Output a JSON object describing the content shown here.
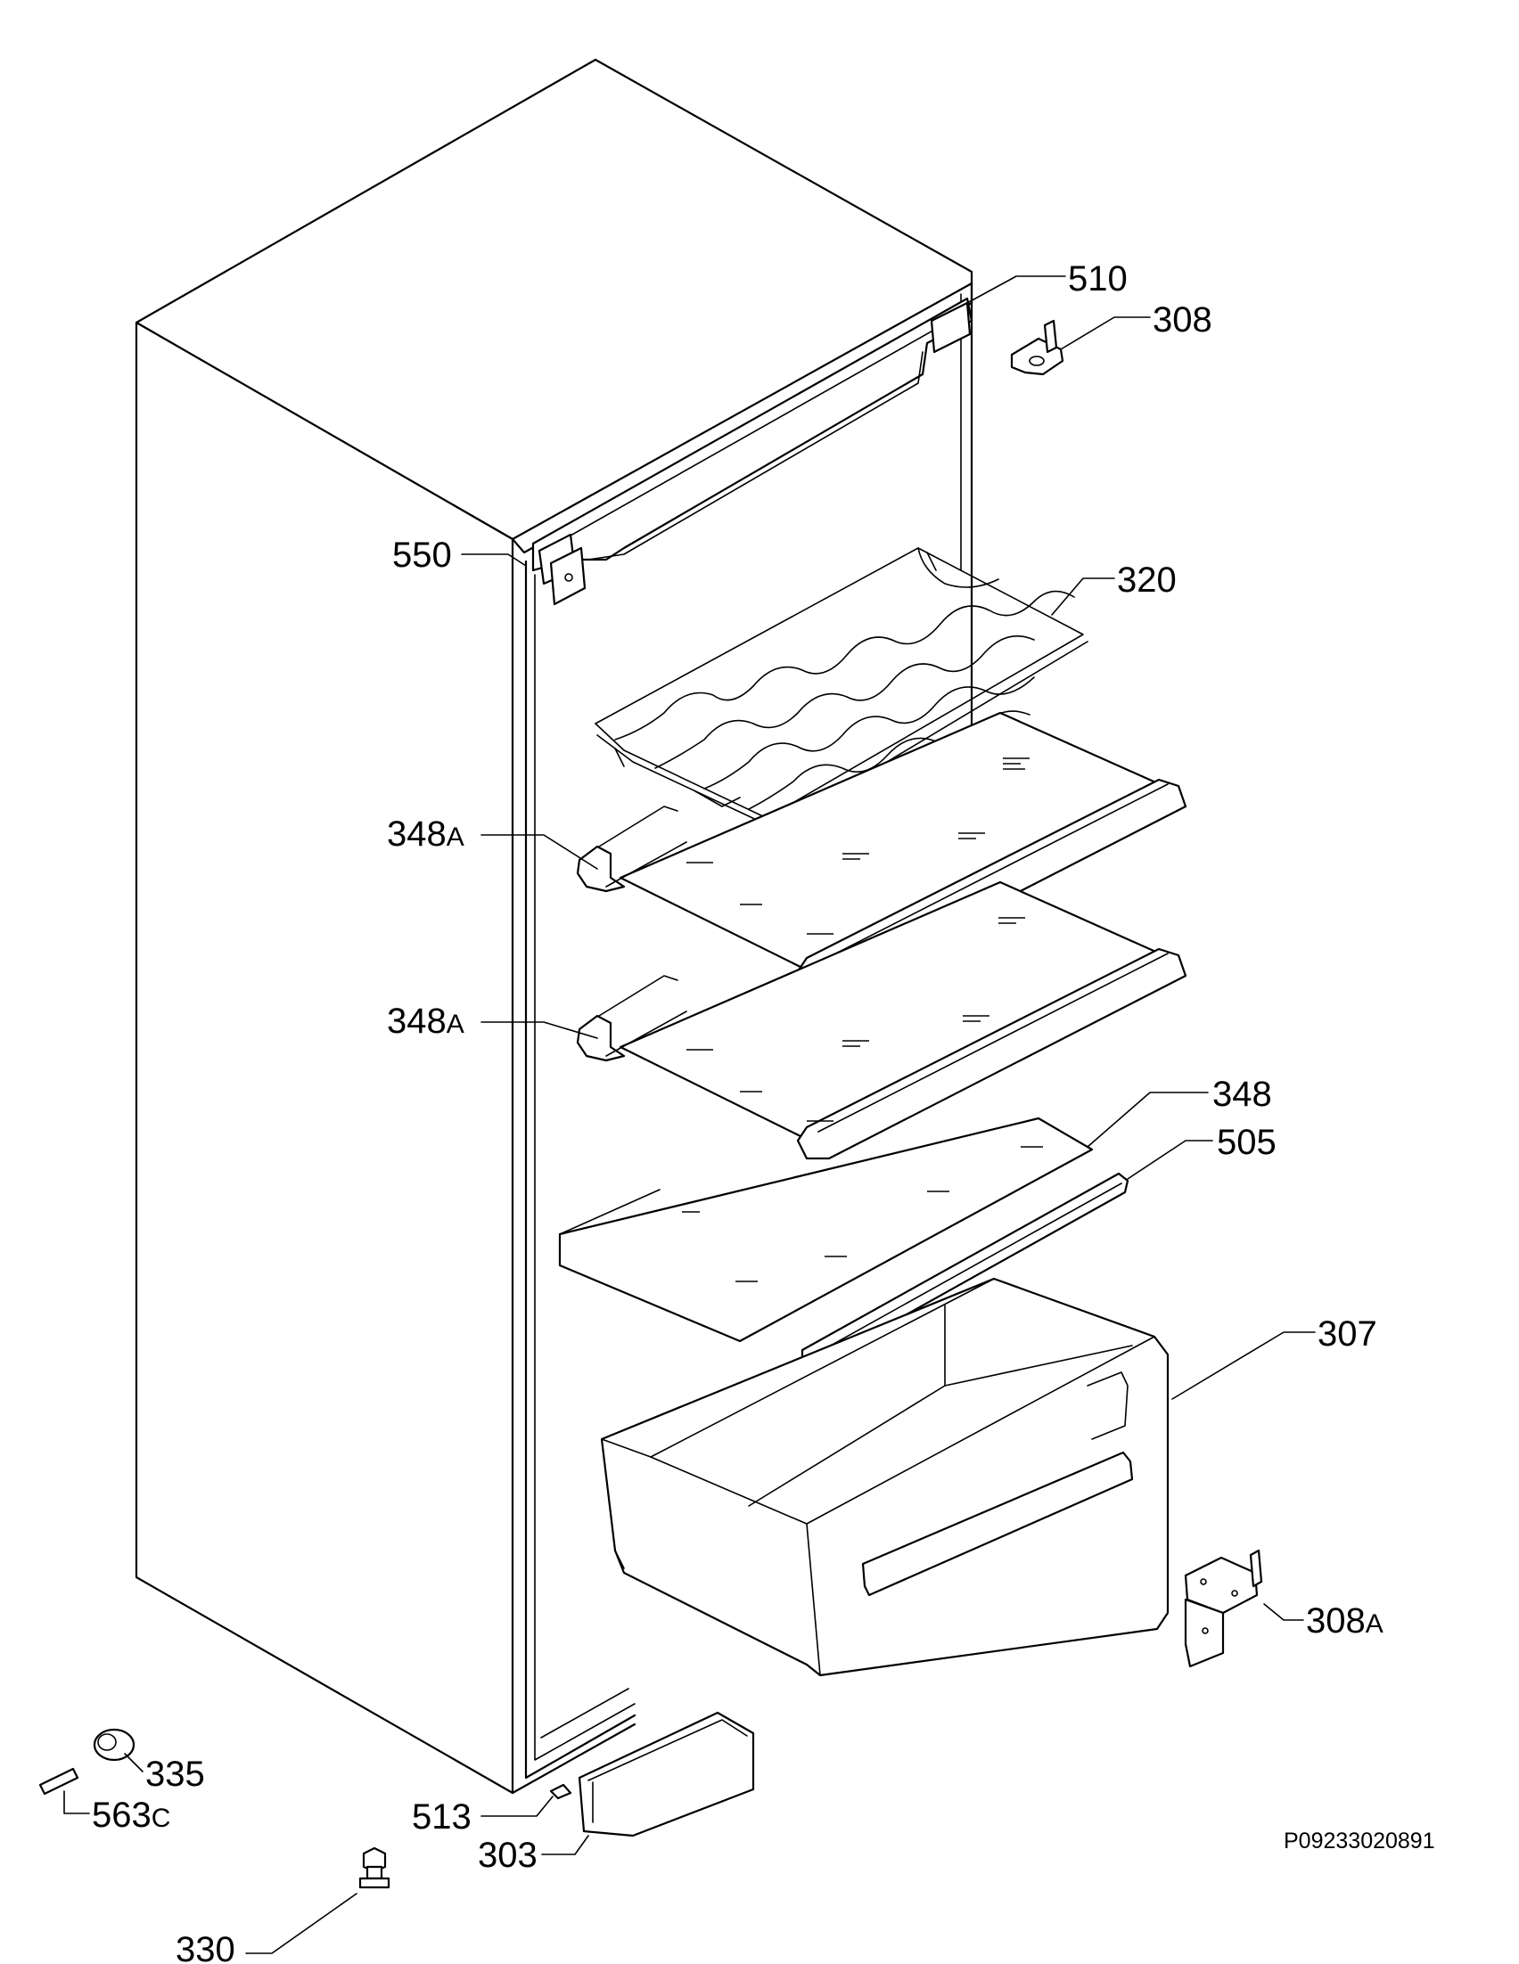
{
  "drawing_code": "P09233020891",
  "parts": [
    {
      "id": "p510",
      "number": "510",
      "suffix": ""
    },
    {
      "id": "p308",
      "number": "308",
      "suffix": ""
    },
    {
      "id": "p550",
      "number": "550",
      "suffix": ""
    },
    {
      "id": "p320",
      "number": "320",
      "suffix": ""
    },
    {
      "id": "p348a1",
      "number": "348",
      "suffix": "A"
    },
    {
      "id": "p348a2",
      "number": "348",
      "suffix": "A"
    },
    {
      "id": "p348",
      "number": "348",
      "suffix": ""
    },
    {
      "id": "p505",
      "number": "505",
      "suffix": ""
    },
    {
      "id": "p307",
      "number": "307",
      "suffix": ""
    },
    {
      "id": "p308a",
      "number": "308",
      "suffix": "A"
    },
    {
      "id": "p335",
      "number": "335",
      "suffix": ""
    },
    {
      "id": "p563c",
      "number": "563",
      "suffix": "C"
    },
    {
      "id": "p513",
      "number": "513",
      "suffix": ""
    },
    {
      "id": "p303",
      "number": "303",
      "suffix": ""
    },
    {
      "id": "p330",
      "number": "330",
      "suffix": ""
    }
  ]
}
